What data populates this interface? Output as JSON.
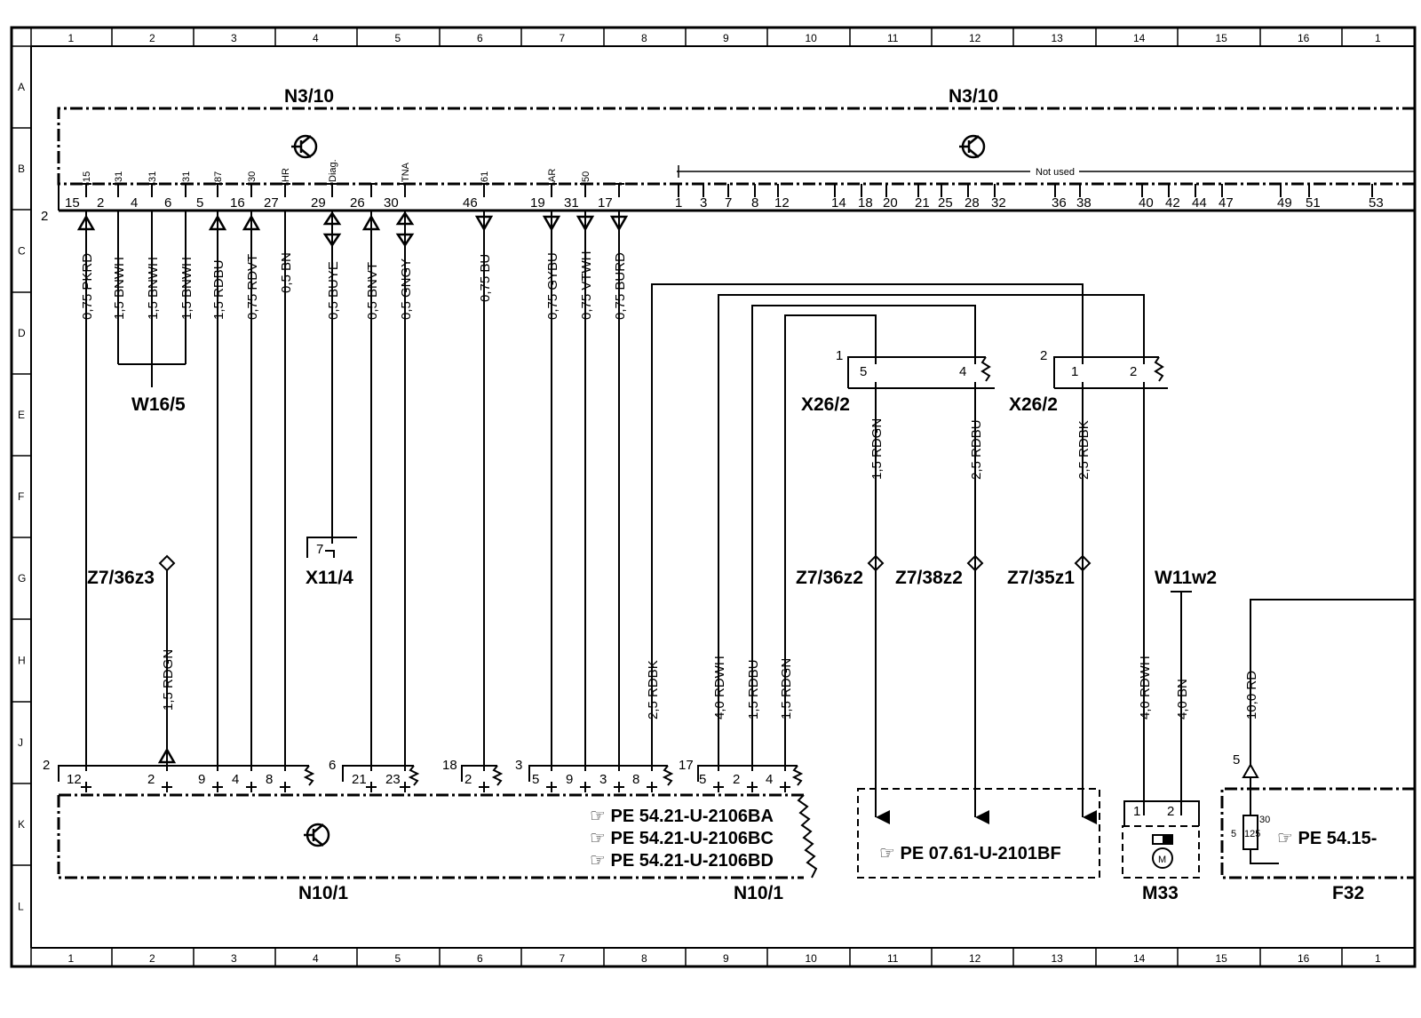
{
  "frame": {
    "columns": [
      "1",
      "2",
      "3",
      "4",
      "5",
      "6",
      "7",
      "8",
      "9",
      "10",
      "11",
      "12",
      "13",
      "14",
      "15",
      "16",
      "1"
    ],
    "rows": [
      "A",
      "B",
      "C",
      "D",
      "E",
      "F",
      "G",
      "H",
      "J",
      "K",
      "L"
    ]
  },
  "components": {
    "n3_10_left": "N3/10",
    "n3_10_right": "N3/10",
    "n10_1_left": "N10/1",
    "n10_1_right": "N10/1",
    "w16_5": "W16/5",
    "x11_4": "X11/4",
    "x26_2_a": "X26/2",
    "x26_2_b": "X26/2",
    "z7_36z3": "Z7/36z3",
    "z7_36z2": "Z7/36z2",
    "z7_38z2": "Z7/38z2",
    "z7_35z1": "Z7/35z1",
    "w11w2": "W11w2",
    "m33": "M33",
    "f32": "F32"
  },
  "not_used_label": "Not used",
  "connector_numbers": {
    "n3_10": "2",
    "n10_1_a": "2",
    "n10_1_b": "6",
    "n10_1_c": "18",
    "n10_1_d": "3",
    "n10_1_e": "17",
    "x26_a": "1",
    "x26_b": "2",
    "f32": "5"
  },
  "n3_pins_lower": [
    {
      "num": "15",
      "sig": "15"
    },
    {
      "num": "2",
      "sig": "31"
    },
    {
      "num": "4",
      "sig": "31"
    },
    {
      "num": "6",
      "sig": "31"
    },
    {
      "num": "5",
      "sig": "87"
    },
    {
      "num": "16",
      "sig": "30"
    },
    {
      "num": "27",
      "sig": "HR"
    },
    {
      "num": "29",
      "sig": "Diag."
    },
    {
      "num": "26",
      "sig": ""
    },
    {
      "num": "30",
      "sig": "TNA"
    },
    {
      "num": "46",
      "sig": "61"
    },
    {
      "num": "19",
      "sig": "AR"
    },
    {
      "num": "31",
      "sig": "50"
    },
    {
      "num": "17",
      "sig": ""
    }
  ],
  "n3_pins_unused": [
    "1",
    "3",
    "7",
    "8",
    "12",
    "14",
    "18",
    "20",
    "21",
    "25",
    "28",
    "32",
    "36",
    "38",
    "40",
    "42",
    "44",
    "47",
    "49",
    "51",
    "53"
  ],
  "wires": [
    {
      "id": "w1",
      "label": "0,75 PKRD"
    },
    {
      "id": "w2",
      "label": "1,5 BNWH"
    },
    {
      "id": "w3",
      "label": "1,5 BNWH"
    },
    {
      "id": "w4",
      "label": "1,5 BNWH"
    },
    {
      "id": "w5",
      "label": "1,5 RDBU"
    },
    {
      "id": "w6",
      "label": "0,75 RDVT"
    },
    {
      "id": "w7",
      "label": "0,5 BN"
    },
    {
      "id": "w8",
      "label": "0,5 BUYE"
    },
    {
      "id": "w9",
      "label": "0,5 BNVT"
    },
    {
      "id": "w10",
      "label": "0,5 GNGY"
    },
    {
      "id": "w11",
      "label": "0,75 BU"
    },
    {
      "id": "w12",
      "label": "0,75 GYBU"
    },
    {
      "id": "w13",
      "label": "0,75 VTWH"
    },
    {
      "id": "w14",
      "label": "0,75 BURD"
    },
    {
      "id": "w15",
      "label": "1,5 RDGN"
    },
    {
      "id": "w16",
      "label": "1,5 RDGN"
    },
    {
      "id": "w17",
      "label": "2,5 RDBU"
    },
    {
      "id": "w18",
      "label": "2,5 RDBK"
    },
    {
      "id": "w19",
      "label": "2,5 RDBK"
    },
    {
      "id": "w20",
      "label": "4,0 RDWH"
    },
    {
      "id": "w21",
      "label": "1,5 RDBU"
    },
    {
      "id": "w22",
      "label": "1,5 RDGN"
    },
    {
      "id": "w23",
      "label": "4,0 RDWH"
    },
    {
      "id": "w24",
      "label": "4,0 BN"
    },
    {
      "id": "w25",
      "label": "10,0 RD"
    }
  ],
  "n10_pins": [
    {
      "id": "p1",
      "num": "12"
    },
    {
      "id": "p2",
      "num": "2"
    },
    {
      "id": "p3",
      "num": "9"
    },
    {
      "id": "p4",
      "num": "4"
    },
    {
      "id": "p5",
      "num": "8"
    },
    {
      "id": "p6",
      "num": "21"
    },
    {
      "id": "p7",
      "num": "23"
    },
    {
      "id": "p8",
      "num": "2"
    },
    {
      "id": "p9",
      "num": "5"
    },
    {
      "id": "p10",
      "num": "9"
    },
    {
      "id": "p11",
      "num": "3"
    },
    {
      "id": "p12",
      "num": "8"
    },
    {
      "id": "p13",
      "num": "5"
    },
    {
      "id": "p14",
      "num": "2"
    },
    {
      "id": "p15",
      "num": "4"
    }
  ],
  "x11_pin": "7",
  "x26_pins": {
    "a1": "5",
    "a2": "4",
    "b1": "1",
    "b2": "2"
  },
  "m33_pins": {
    "p1": "1",
    "p2": "2"
  },
  "f32_pins": {
    "fuse": "125",
    "side": "5",
    "top": "30"
  },
  "references": {
    "n10_ref1": "PE  54.21-U-2106BA",
    "n10_ref2": "PE  54.21-U-2106BC",
    "n10_ref3": "PE  54.21-U-2106BD",
    "mid_ref": "PE  07.61-U-2101BF",
    "f32_ref": "PE  54.15-"
  }
}
